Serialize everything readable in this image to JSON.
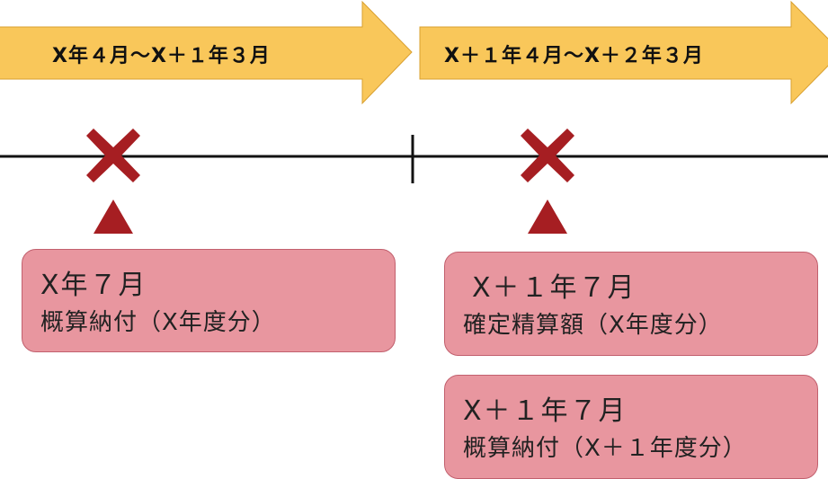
{
  "periods": [
    {
      "label": "X年４月〜X＋１年３月"
    },
    {
      "label": "X＋１年４月〜X＋２年３月"
    }
  ],
  "events": [
    {
      "date": "X年７月",
      "description": "概算納付（X年度分）"
    },
    {
      "date": "X＋１年７月",
      "description": "確定精算額（X年度分）"
    },
    {
      "date": "X＋１年７月",
      "description": "概算納付（X＋１年度分）"
    }
  ],
  "colors": {
    "arrow_fill": "#F9C75A",
    "arrow_stroke": "#D9A030",
    "marker": "#A61E22",
    "box_fill": "#E8969F",
    "box_stroke": "#C2606E"
  }
}
